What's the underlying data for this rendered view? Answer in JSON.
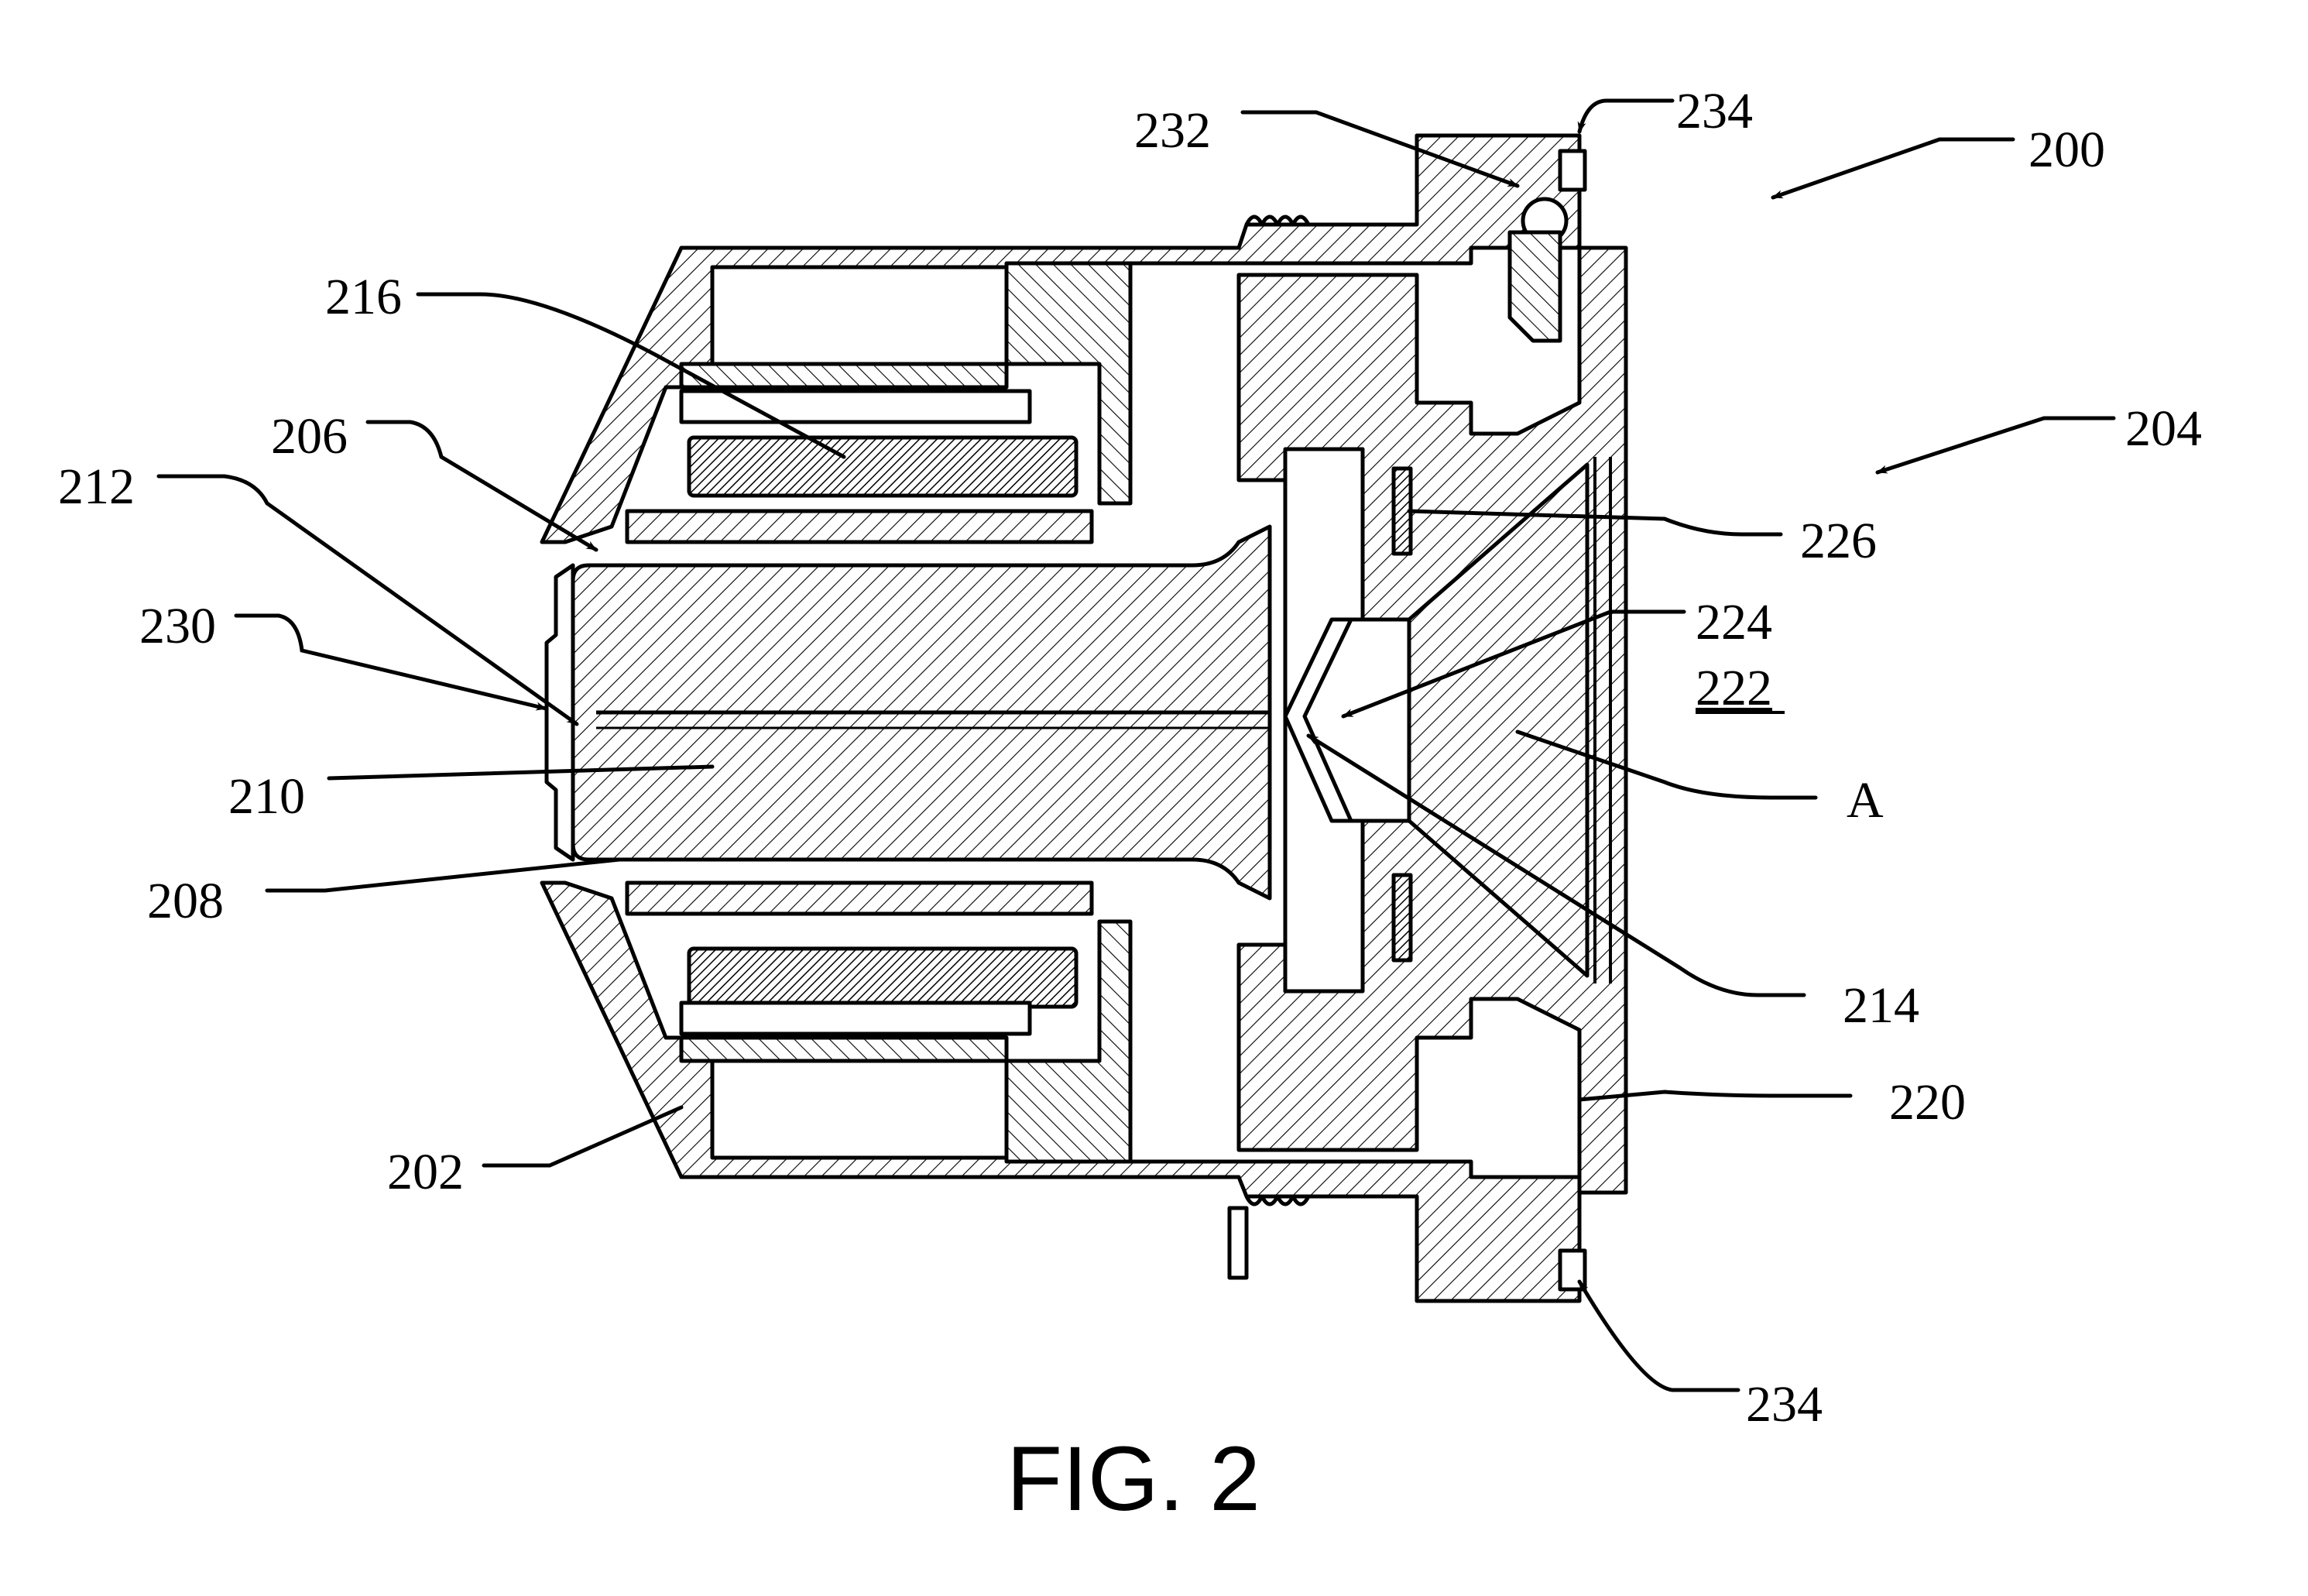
{
  "figure": {
    "caption": "FIG. 2",
    "reference_labels": {
      "r200": "200",
      "r202": "202",
      "r204": "204",
      "r206": "206",
      "r208": "208",
      "r210": "210",
      "r212": "212",
      "r214": "214",
      "r216": "216",
      "r220": "220",
      "r222": "222",
      "r224": "224",
      "r226": "226",
      "r230": "230",
      "r232": "232",
      "r234_top": "234",
      "r234_bottom": "234",
      "rA": "A"
    }
  }
}
